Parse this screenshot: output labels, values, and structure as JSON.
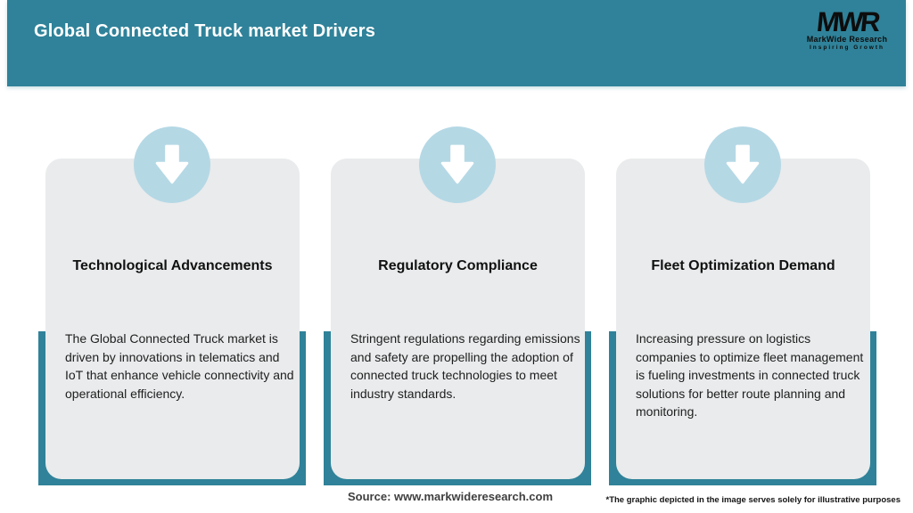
{
  "header": {
    "title": "Global Connected Truck market Drivers",
    "bg_color": "#2F8299",
    "text_color": "#FFFFFF",
    "logo": {
      "monogram": "MWR",
      "company": "MarkWide Research",
      "tagline": "Inspiring Growth",
      "color": "#0D0D0D"
    }
  },
  "cards": [
    {
      "icon": "down-arrow-icon",
      "title": "Technological Advancements",
      "description": "The Global Connected Truck market is driven by innovations in telematics and IoT that enhance vehicle connectivity and operational efficiency."
    },
    {
      "icon": "down-arrow-icon",
      "title": "Regulatory Compliance",
      "description": "Stringent regulations regarding emissions and safety are propelling the adoption of connected truck technologies to meet industry standards."
    },
    {
      "icon": "down-arrow-icon",
      "title": "Fleet Optimization Demand",
      "description": "Increasing pressure on logistics companies to optimize fleet management is fueling investments in connected truck solutions for better route planning and monitoring."
    }
  ],
  "footer": {
    "source": "Source: www.markwideresearch.com",
    "disclaimer": "*The graphic depicted in the image serves solely for illustrative purposes"
  },
  "colors": {
    "teal": "#2F8299",
    "card_background": "#E9EBEC",
    "circle_background": "#B5D8E5",
    "arrow": "#FFFFFF",
    "title_text": "#111111",
    "body_text": "#1E1E1E",
    "source_text": "#3F3F3F"
  }
}
